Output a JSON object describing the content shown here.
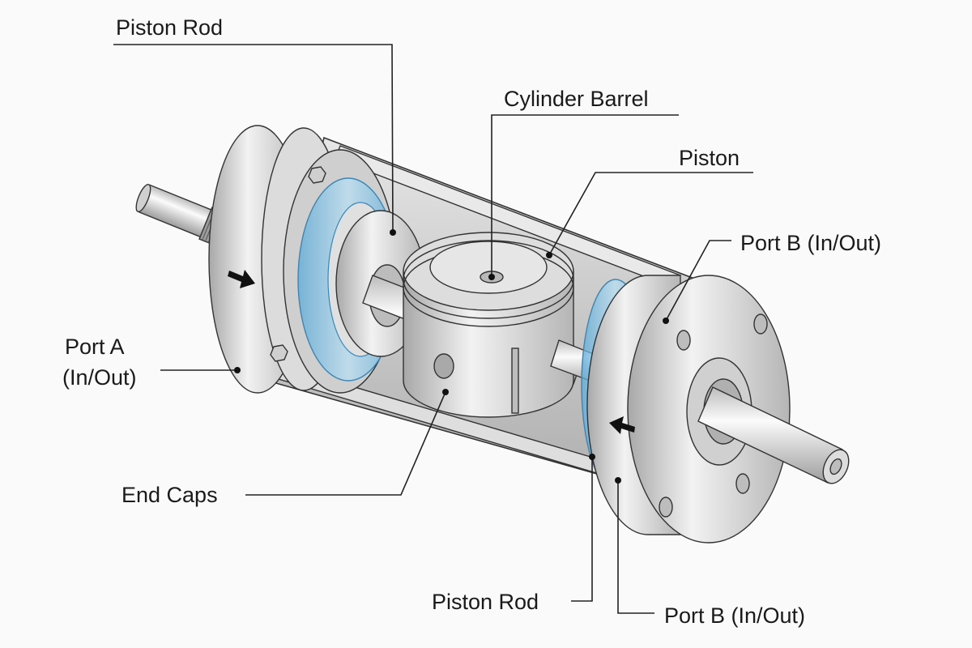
{
  "diagram": {
    "subject": "Pneumatic / hydraulic cylinder cutaway",
    "colors": {
      "background": "#fafafa",
      "metal_light": "#eeeeee",
      "metal_mid": "#c8c8c8",
      "metal_dark": "#8e8e8e",
      "seal_blue": "#7fc0e6",
      "line": "#222222"
    },
    "labels": {
      "piston_rod_top": "Piston Rod",
      "cylinder_barrel": "Cylinder Barrel",
      "piston": "Piston",
      "port_b_top": "Port B (In/Out)",
      "port_a_line1": "Port A",
      "port_a_line2": "(In/Out)",
      "end_caps": "End Caps",
      "piston_rod_bottom": "Piston Rod",
      "port_b_bottom": "Port B (In/Out)"
    },
    "flow_arrows": [
      {
        "name": "port-a-inflow",
        "direction": "right"
      },
      {
        "name": "port-b-inflow",
        "direction": "left"
      }
    ]
  }
}
